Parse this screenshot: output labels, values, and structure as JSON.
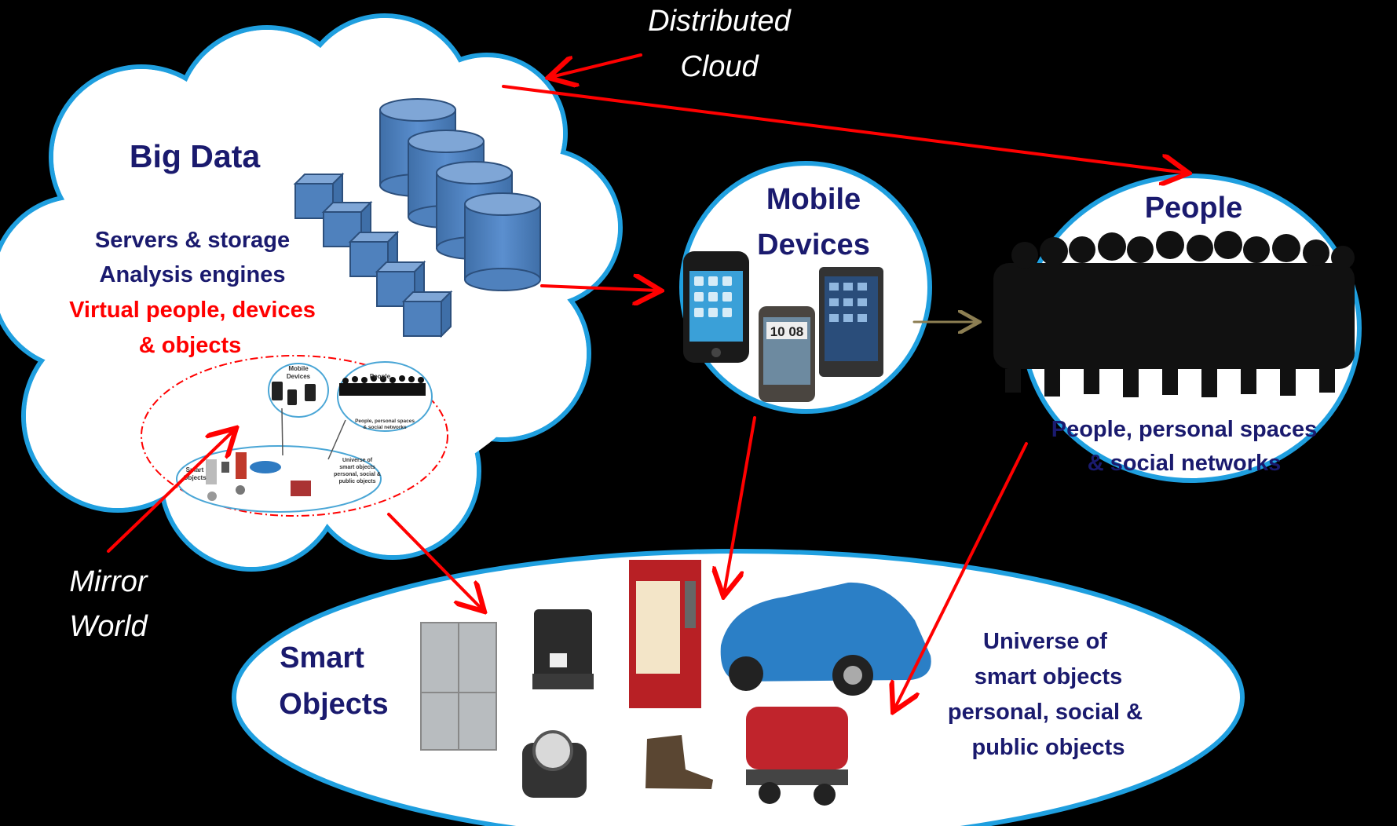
{
  "captions": {
    "distributed_cloud_line1": "Distributed",
    "distributed_cloud_line2": "Cloud",
    "mirror_world_line1": "Mirror",
    "mirror_world_line2": "World"
  },
  "cloud": {
    "title": "Big Data",
    "line1": "Servers & storage",
    "line2": "Analysis engines",
    "line3": "Virtual people, devices",
    "line4": "& objects"
  },
  "mini_diagram": {
    "mobile_line1": "Mobile",
    "mobile_line2": "Devices",
    "people": "People",
    "people_sub1": "People, personal spaces",
    "people_sub2": "& social networks",
    "smart_line1": "Smart",
    "smart_line2": "Objects",
    "universe1": "Universe of",
    "universe2": "smart objects",
    "universe3": "personal, social &",
    "universe4": "public objects"
  },
  "mobile": {
    "title_line1": "Mobile",
    "title_line2": "Devices"
  },
  "people": {
    "title": "People",
    "sub1": "People, personal spaces",
    "sub2": "& social networks"
  },
  "smart_objects": {
    "title_line1": "Smart",
    "title_line2": "Objects",
    "desc1": "Universe of",
    "desc2": "smart objects",
    "desc3": "personal, social &",
    "desc4": "public objects"
  },
  "colors": {
    "background": "#000000",
    "ellipse_fill": "#ffffff",
    "ellipse_border": "#1f9fdf",
    "navy_text": "#1a1a6e",
    "red": "#ff0000",
    "db_blue": "#4f81bd",
    "olive_arrow": "#8c7e52"
  },
  "icons": [
    "database-cylinder-icon",
    "server-cube-icon",
    "smartphone-icon",
    "people-silhouette-icon",
    "refrigerator-icon",
    "coffee-machine-icon",
    "vending-machine-icon",
    "car-icon",
    "stroller-icon",
    "watch-icon",
    "boot-icon"
  ]
}
